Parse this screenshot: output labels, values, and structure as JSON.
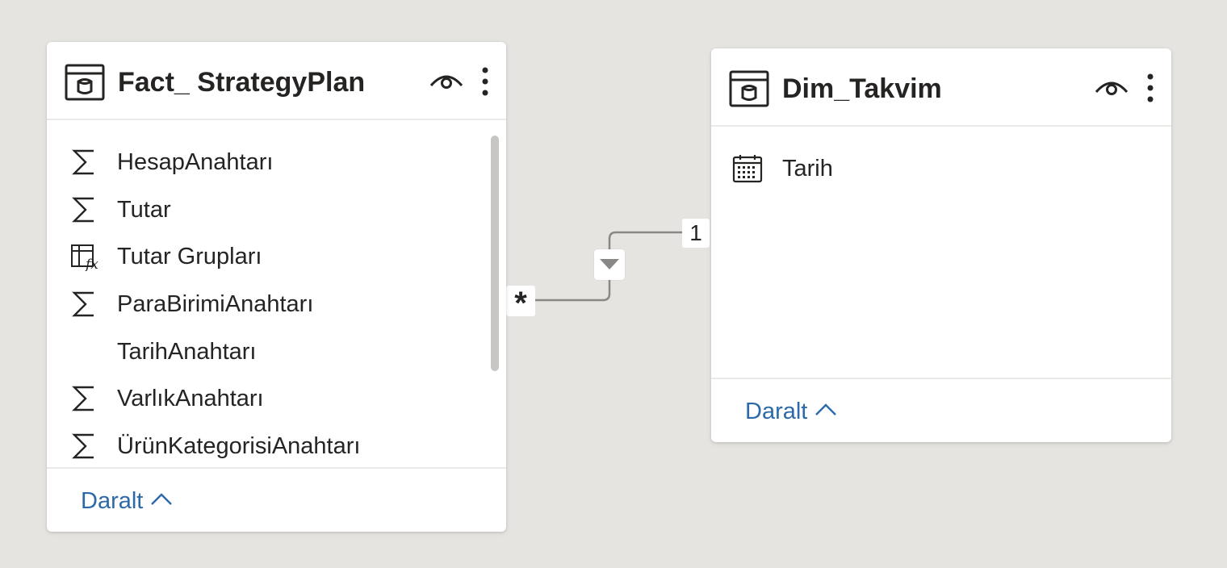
{
  "colors": {
    "canvas": "#e6e4e1",
    "card": "#ffffff",
    "text": "#252423",
    "link": "#2d69a8",
    "connector": "#8a8886",
    "scrollbar": "#c8c6c4"
  },
  "tables": [
    {
      "title": "Fact_ StrategyPlan",
      "icon": "table-icon",
      "visibility_icon": "eye-icon",
      "menu_icon": "more-vertical-icon",
      "fields": [
        {
          "label": "HesapAnahtarı",
          "icon": "sigma-icon"
        },
        {
          "label": "Tutar",
          "icon": "sigma-icon"
        },
        {
          "label": "Tutar Grupları",
          "icon": "calculated-column-icon"
        },
        {
          "label": "ParaBirimiAnahtarı",
          "icon": "sigma-icon"
        },
        {
          "label": "TarihAnahtarı",
          "icon": ""
        },
        {
          "label": "VarlıkAnahtarı",
          "icon": "sigma-icon"
        },
        {
          "label": "ÜrünKategorisiAnahtarı",
          "icon": "sigma-icon"
        }
      ],
      "footer_label": "Daralt"
    },
    {
      "title": "Dim_Takvim",
      "icon": "table-icon",
      "visibility_icon": "eye-icon",
      "menu_icon": "more-vertical-icon",
      "fields": [
        {
          "label": "Tarih",
          "icon": "calendar-icon"
        }
      ],
      "footer_label": "Daralt"
    }
  ],
  "relationship": {
    "from_cardinality": "*",
    "to_cardinality": "1",
    "filter_icon": "filter-direction-arrow-icon"
  }
}
